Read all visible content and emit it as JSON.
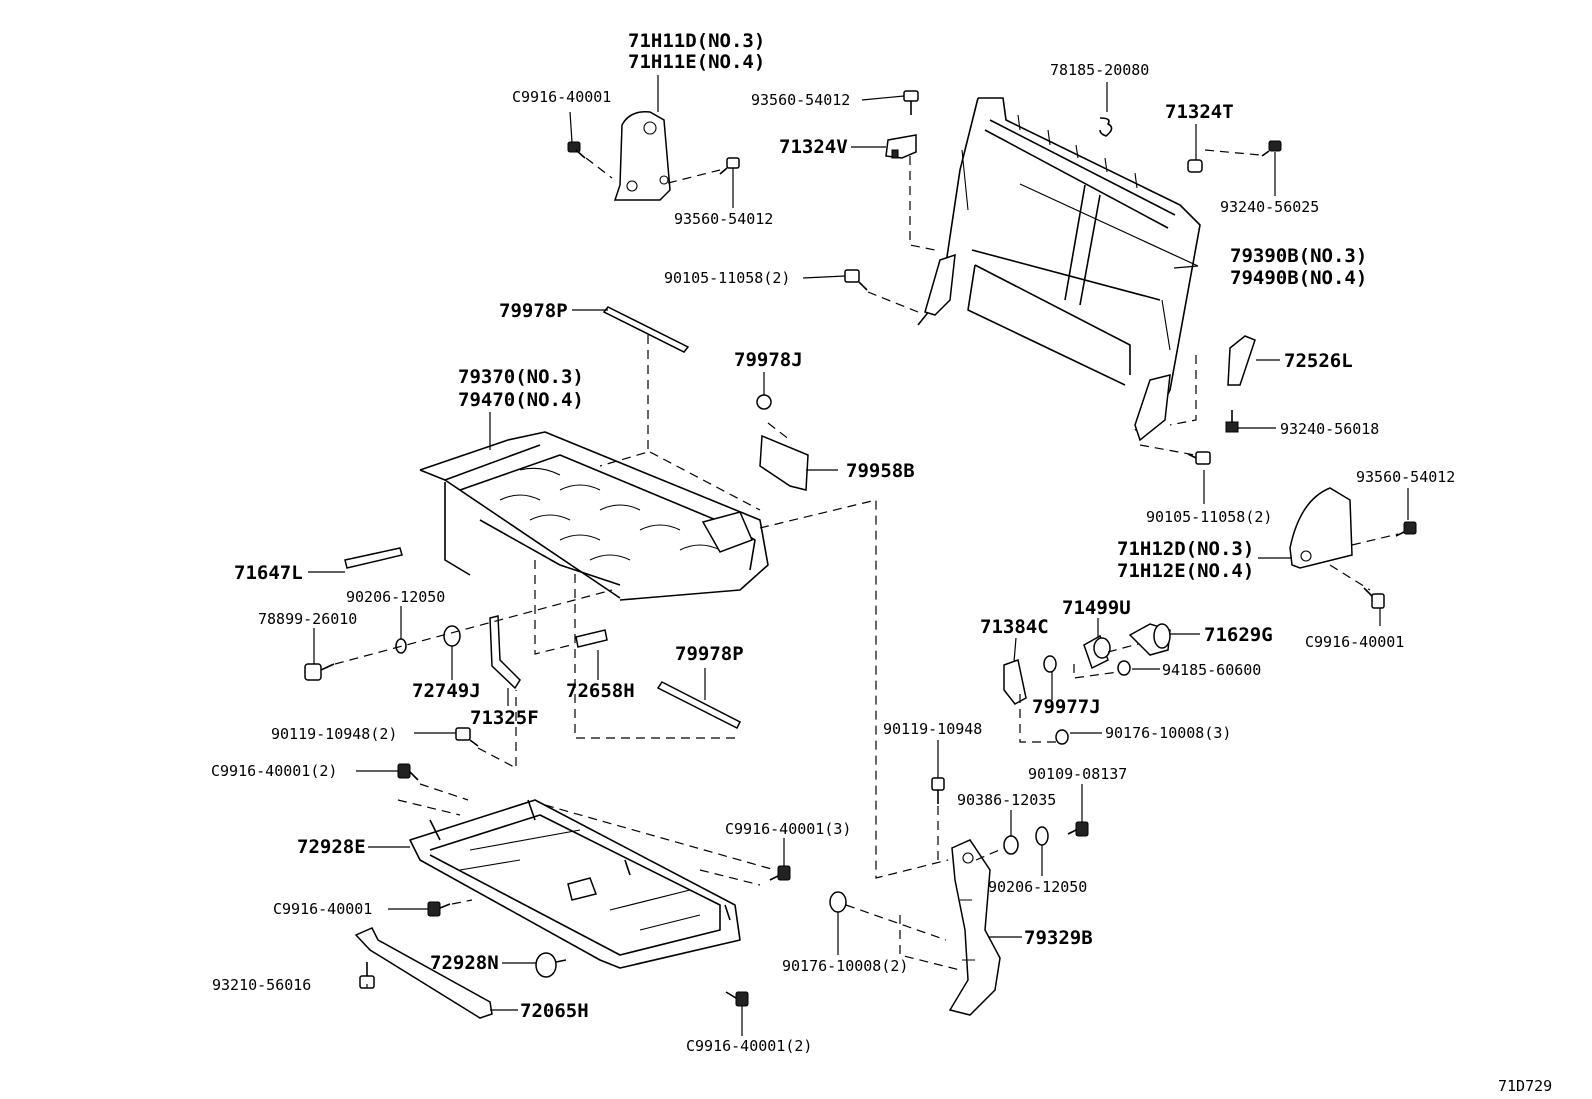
{
  "diagram_id": "71D729",
  "callouts": [
    {
      "id": "c01",
      "text": "71H11D(NO.3)"
    },
    {
      "id": "c02",
      "text": "71H11E(NO.4)"
    },
    {
      "id": "c03",
      "text": "C9916-40001"
    },
    {
      "id": "c04",
      "text": "93560-54012"
    },
    {
      "id": "c05",
      "text": "93560-54012"
    },
    {
      "id": "c06",
      "text": "71324V"
    },
    {
      "id": "c07",
      "text": "78185-20080"
    },
    {
      "id": "c08",
      "text": "71324T"
    },
    {
      "id": "c09",
      "text": "93240-56025"
    },
    {
      "id": "c10",
      "text": "90105-11058(2)"
    },
    {
      "id": "c11",
      "text": "79390B(NO.3)"
    },
    {
      "id": "c12",
      "text": "79490B(NO.4)"
    },
    {
      "id": "c13",
      "text": "79978P"
    },
    {
      "id": "c14",
      "text": "79978J"
    },
    {
      "id": "c15",
      "text": "72526L"
    },
    {
      "id": "c16",
      "text": "79370(NO.3)"
    },
    {
      "id": "c17",
      "text": "79470(NO.4)"
    },
    {
      "id": "c18",
      "text": "93240-56018"
    },
    {
      "id": "c19",
      "text": "79958B"
    },
    {
      "id": "c20",
      "text": "93560-54012"
    },
    {
      "id": "c21",
      "text": "90105-11058(2)"
    },
    {
      "id": "c22",
      "text": "71H12D(NO.3)"
    },
    {
      "id": "c23",
      "text": "71H12E(NO.4)"
    },
    {
      "id": "c24",
      "text": "71647L"
    },
    {
      "id": "c25",
      "text": "90206-12050"
    },
    {
      "id": "c26",
      "text": "78899-26010"
    },
    {
      "id": "c27",
      "text": "71499U"
    },
    {
      "id": "c28",
      "text": "71384C"
    },
    {
      "id": "c29",
      "text": "71629G"
    },
    {
      "id": "c30",
      "text": "C9916-40001"
    },
    {
      "id": "c31",
      "text": "79978P"
    },
    {
      "id": "c32",
      "text": "94185-60600"
    },
    {
      "id": "c33",
      "text": "72749J"
    },
    {
      "id": "c34",
      "text": "72658H"
    },
    {
      "id": "c35",
      "text": "71325F"
    },
    {
      "id": "c36",
      "text": "79977J"
    },
    {
      "id": "c37",
      "text": "90119-10948(2)"
    },
    {
      "id": "c38",
      "text": "90119-10948"
    },
    {
      "id": "c39",
      "text": "90176-10008(3)"
    },
    {
      "id": "c40",
      "text": "C9916-40001(2)"
    },
    {
      "id": "c41",
      "text": "90109-08137"
    },
    {
      "id": "c42",
      "text": "90386-12035"
    },
    {
      "id": "c43",
      "text": "72928E"
    },
    {
      "id": "c44",
      "text": "C9916-40001(3)"
    },
    {
      "id": "c45",
      "text": "90206-12050"
    },
    {
      "id": "c46",
      "text": "C9916-40001"
    },
    {
      "id": "c47",
      "text": "79329B"
    },
    {
      "id": "c48",
      "text": "72928N"
    },
    {
      "id": "c49",
      "text": "90176-10008(2)"
    },
    {
      "id": "c50",
      "text": "93210-56016"
    },
    {
      "id": "c51",
      "text": "72065H"
    },
    {
      "id": "c52",
      "text": "C9916-40001(2)"
    }
  ]
}
